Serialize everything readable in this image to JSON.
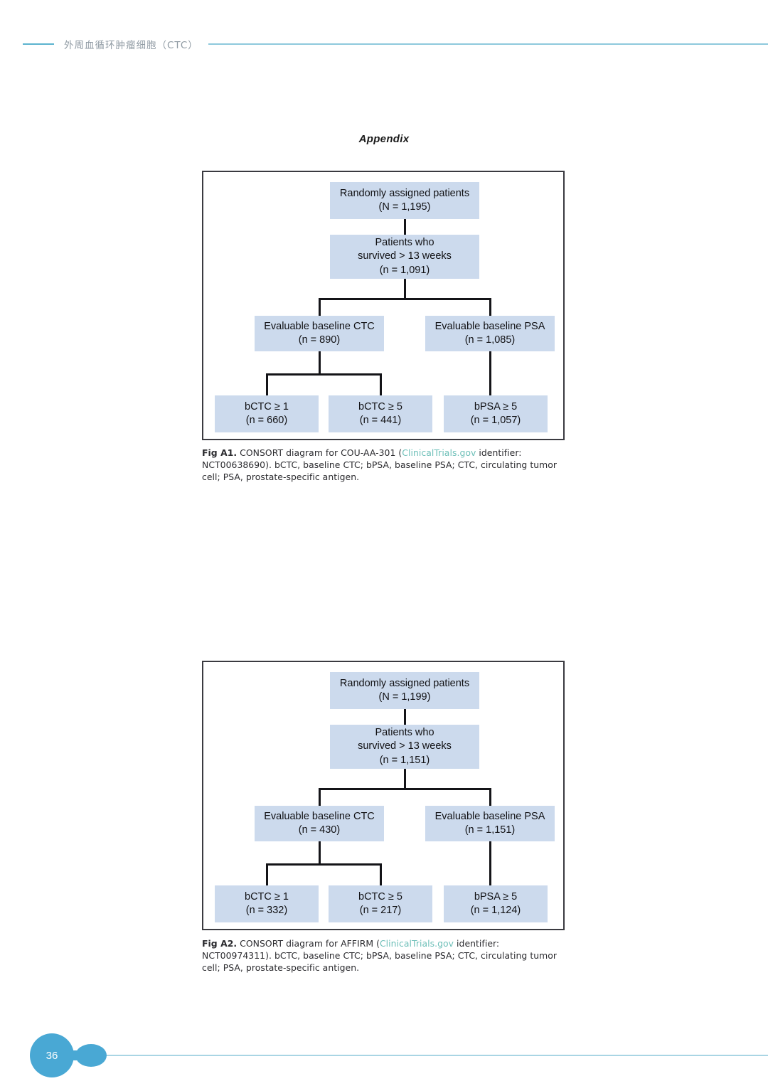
{
  "header": {
    "title": "外周血循环肿瘤细胞（CTC）"
  },
  "appendix": {
    "title": "Appendix"
  },
  "colors": {
    "box_fill": "#ccdaed",
    "frame_border": "#3a3a40",
    "connector": "#141418",
    "header_rule": "#8ec9dd",
    "footer_blob": "#49a8d4",
    "link": "#6fc0b9"
  },
  "figures": [
    {
      "id": "A1",
      "chart_data": {
        "type": "diagram",
        "diagram_kind": "CONSORT flow diagram",
        "title": "CONSORT diagram for COU-AA-301",
        "nodes": [
          {
            "id": "randomized",
            "line1": "Randomly assigned patients",
            "line2": "(N = 1,195)",
            "line3": "",
            "level": 0,
            "count": 1195,
            "count_label": "N"
          },
          {
            "id": "survived",
            "line1": "Patients who",
            "line2": "survived > 13 weeks",
            "line3": "(n = 1,091)",
            "level": 1,
            "count": 1091,
            "count_label": "n"
          },
          {
            "id": "eval_ctc",
            "line1": "Evaluable baseline CTC",
            "line2": "(n = 890)",
            "line3": "",
            "level": 2,
            "count": 890,
            "count_label": "n"
          },
          {
            "id": "eval_psa",
            "line1": "Evaluable baseline PSA",
            "line2": "(n = 1,085)",
            "line3": "",
            "level": 2,
            "count": 1085,
            "count_label": "n"
          },
          {
            "id": "bctc1",
            "line1": "bCTC ≥ 1",
            "line2": "(n = 660)",
            "line3": "",
            "level": 3,
            "count": 660,
            "count_label": "n"
          },
          {
            "id": "bctc5",
            "line1": "bCTC ≥ 5",
            "line2": "(n = 441)",
            "line3": "",
            "level": 3,
            "count": 441,
            "count_label": "n"
          },
          {
            "id": "bpsa5",
            "line1": "bPSA ≥ 5",
            "line2": "(n = 1,057)",
            "line3": "",
            "level": 3,
            "count": 1057,
            "count_label": "n"
          }
        ],
        "edges": [
          {
            "from": "randomized",
            "to": "survived"
          },
          {
            "from": "survived",
            "to": "eval_ctc"
          },
          {
            "from": "survived",
            "to": "eval_psa"
          },
          {
            "from": "eval_ctc",
            "to": "bctc1"
          },
          {
            "from": "eval_ctc",
            "to": "bctc5"
          },
          {
            "from": "eval_psa",
            "to": "bpsa5"
          }
        ]
      },
      "caption": {
        "label": "Fig A1.",
        "text_before_link": " CONSORT diagram for COU-AA-301 (",
        "link": "ClinicalTrials.gov",
        "text_after_link": " identifier: NCT00638690). bCTC, baseline CTC; bPSA, baseline PSA; CTC, circulating tumor cell; PSA, prostate-specific antigen."
      }
    },
    {
      "id": "A2",
      "chart_data": {
        "type": "diagram",
        "diagram_kind": "CONSORT flow diagram",
        "title": "CONSORT diagram for AFFIRM",
        "nodes": [
          {
            "id": "randomized",
            "line1": "Randomly assigned patients",
            "line2": "(N = 1,199)",
            "line3": "",
            "level": 0,
            "count": 1199,
            "count_label": "N"
          },
          {
            "id": "survived",
            "line1": "Patients who",
            "line2": "survived > 13 weeks",
            "line3": "(n = 1,151)",
            "level": 1,
            "count": 1151,
            "count_label": "n"
          },
          {
            "id": "eval_ctc",
            "line1": "Evaluable baseline CTC",
            "line2": "(n = 430)",
            "line3": "",
            "level": 2,
            "count": 430,
            "count_label": "n"
          },
          {
            "id": "eval_psa",
            "line1": "Evaluable baseline PSA",
            "line2": "(n = 1,151)",
            "line3": "",
            "level": 2,
            "count": 1151,
            "count_label": "n"
          },
          {
            "id": "bctc1",
            "line1": "bCTC ≥ 1",
            "line2": "(n = 332)",
            "line3": "",
            "level": 3,
            "count": 332,
            "count_label": "n"
          },
          {
            "id": "bctc5",
            "line1": "bCTC ≥ 5",
            "line2": "(n = 217)",
            "line3": "",
            "level": 3,
            "count": 217,
            "count_label": "n"
          },
          {
            "id": "bpsa5",
            "line1": "bPSA ≥ 5",
            "line2": "(n = 1,124)",
            "line3": "",
            "level": 3,
            "count": 1124,
            "count_label": "n"
          }
        ],
        "edges": [
          {
            "from": "randomized",
            "to": "survived"
          },
          {
            "from": "survived",
            "to": "eval_ctc"
          },
          {
            "from": "survived",
            "to": "eval_psa"
          },
          {
            "from": "eval_ctc",
            "to": "bctc1"
          },
          {
            "from": "eval_ctc",
            "to": "bctc5"
          },
          {
            "from": "eval_psa",
            "to": "bpsa5"
          }
        ]
      },
      "caption": {
        "label": "Fig A2.",
        "text_before_link": " CONSORT diagram for AFFIRM (",
        "link": "ClinicalTrials.gov",
        "text_after_link": " identifier: NCT00974311). bCTC, baseline CTC; bPSA, baseline PSA; CTC, circulating tumor cell; PSA, prostate-specific antigen."
      }
    }
  ],
  "footer": {
    "page_number": "36"
  }
}
